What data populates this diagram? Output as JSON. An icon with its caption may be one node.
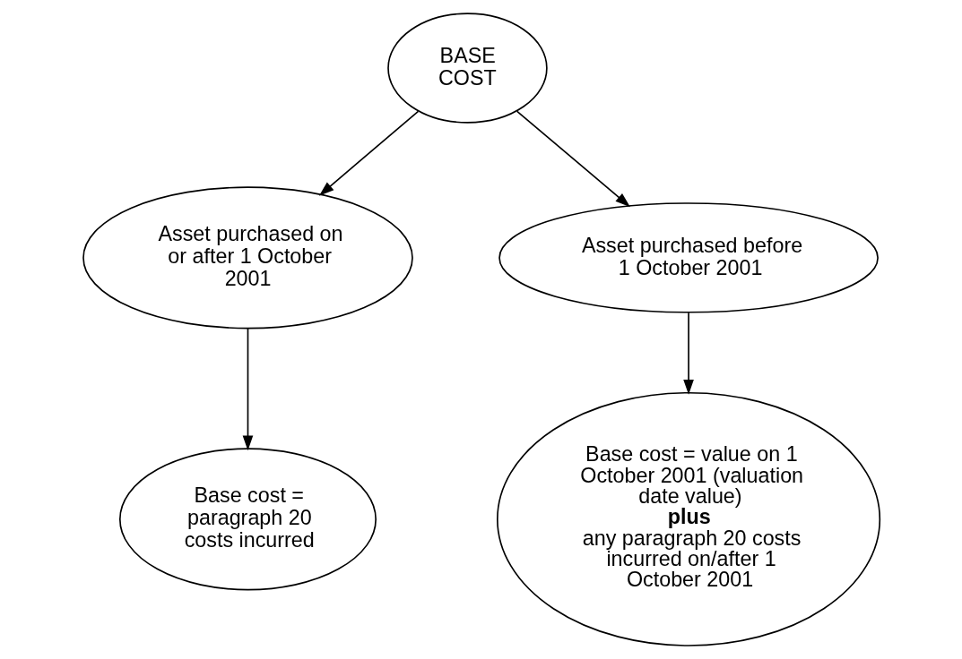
{
  "diagram": {
    "nodes": [
      {
        "text": [
          "BASE COST"
        ]
      },
      {
        "text": [
          "Asset purchased on or after 1 October 2001"
        ]
      },
      {
        "text": [
          "Asset purchased before 1 October 2001"
        ]
      },
      {
        "text": [
          "Base cost = paragraph 20 costs incurred"
        ]
      },
      {
        "text": [
          "Base cost = value on 1 October 2001 (valuation date value) **plus** any paragraph 20 costs incurred on/after 1 October 2001"
        ]
      }
    ],
    "edges": [
      {
        "from": 0,
        "to": 1,
        "arrow": "to"
      },
      {
        "from": 0,
        "to": 2,
        "arrow": "to"
      },
      {
        "from": 1,
        "to": 3,
        "arrow": "to"
      },
      {
        "from": 2,
        "to": 4,
        "arrow": "to"
      }
    ]
  }
}
